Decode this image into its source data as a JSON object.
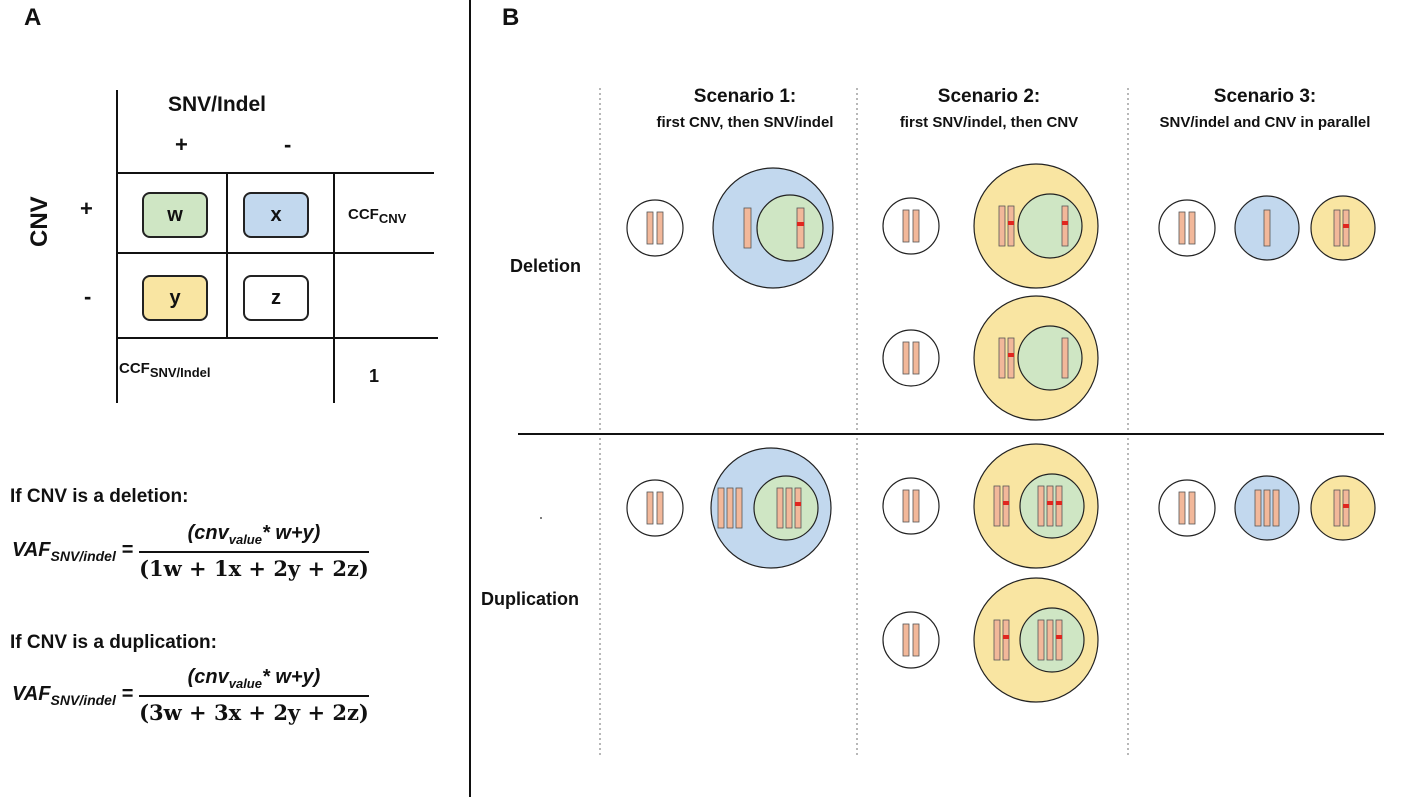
{
  "panels": {
    "a_label": "A",
    "b_label": "B"
  },
  "table": {
    "col_header": "SNV/Indel",
    "col_plus": "+",
    "col_minus": "-",
    "row_header": "CNV",
    "row_plus": "+",
    "row_minus": "-",
    "cells": {
      "w": "w",
      "x": "x",
      "y": "y",
      "z": "z"
    },
    "ccf_cnv_main": "CCF",
    "ccf_cnv_sub": "CNV",
    "ccf_snv_main": "CCF",
    "ccf_snv_sub": "SNV/Indel",
    "total": "1",
    "colors": {
      "w": "#cfe6c4",
      "x": "#c2d8ee",
      "y": "#f9e5a2",
      "z": "#ffffff"
    }
  },
  "formulas": {
    "deletion_heading": "If CNV is a deletion:",
    "duplication_heading": "If CNV is a duplication:",
    "lhs_main": "VAF",
    "lhs_sub": "SNV/indel",
    "num_open": "(cnv",
    "num_sub": "value",
    "deletion_num_rest": "* w+y)",
    "duplication_num_rest": "* w+y)",
    "deletion_denominator": "(1w + 1x + 2y + 2z)",
    "duplication_denominator": "(3w + 3x + 2y + 2z)"
  },
  "scenarios": [
    {
      "title": "Scenario 1:",
      "subtitle": "first CNV, then SNV/indel"
    },
    {
      "title": "Scenario 2:",
      "subtitle": "first SNV/indel, then CNV"
    },
    {
      "title": "Scenario 3:",
      "subtitle": "SNV/indel and CNV in parallel"
    }
  ],
  "rows": {
    "deletion": "Deletion",
    "duplication": "Duplication"
  },
  "colors": {
    "blue_cell": "#c2d8ee",
    "green_cell": "#cfe6c4",
    "yellow_cell": "#f9e5a2",
    "chromosome": "#f2b89a",
    "mutation": "#e0261f"
  }
}
